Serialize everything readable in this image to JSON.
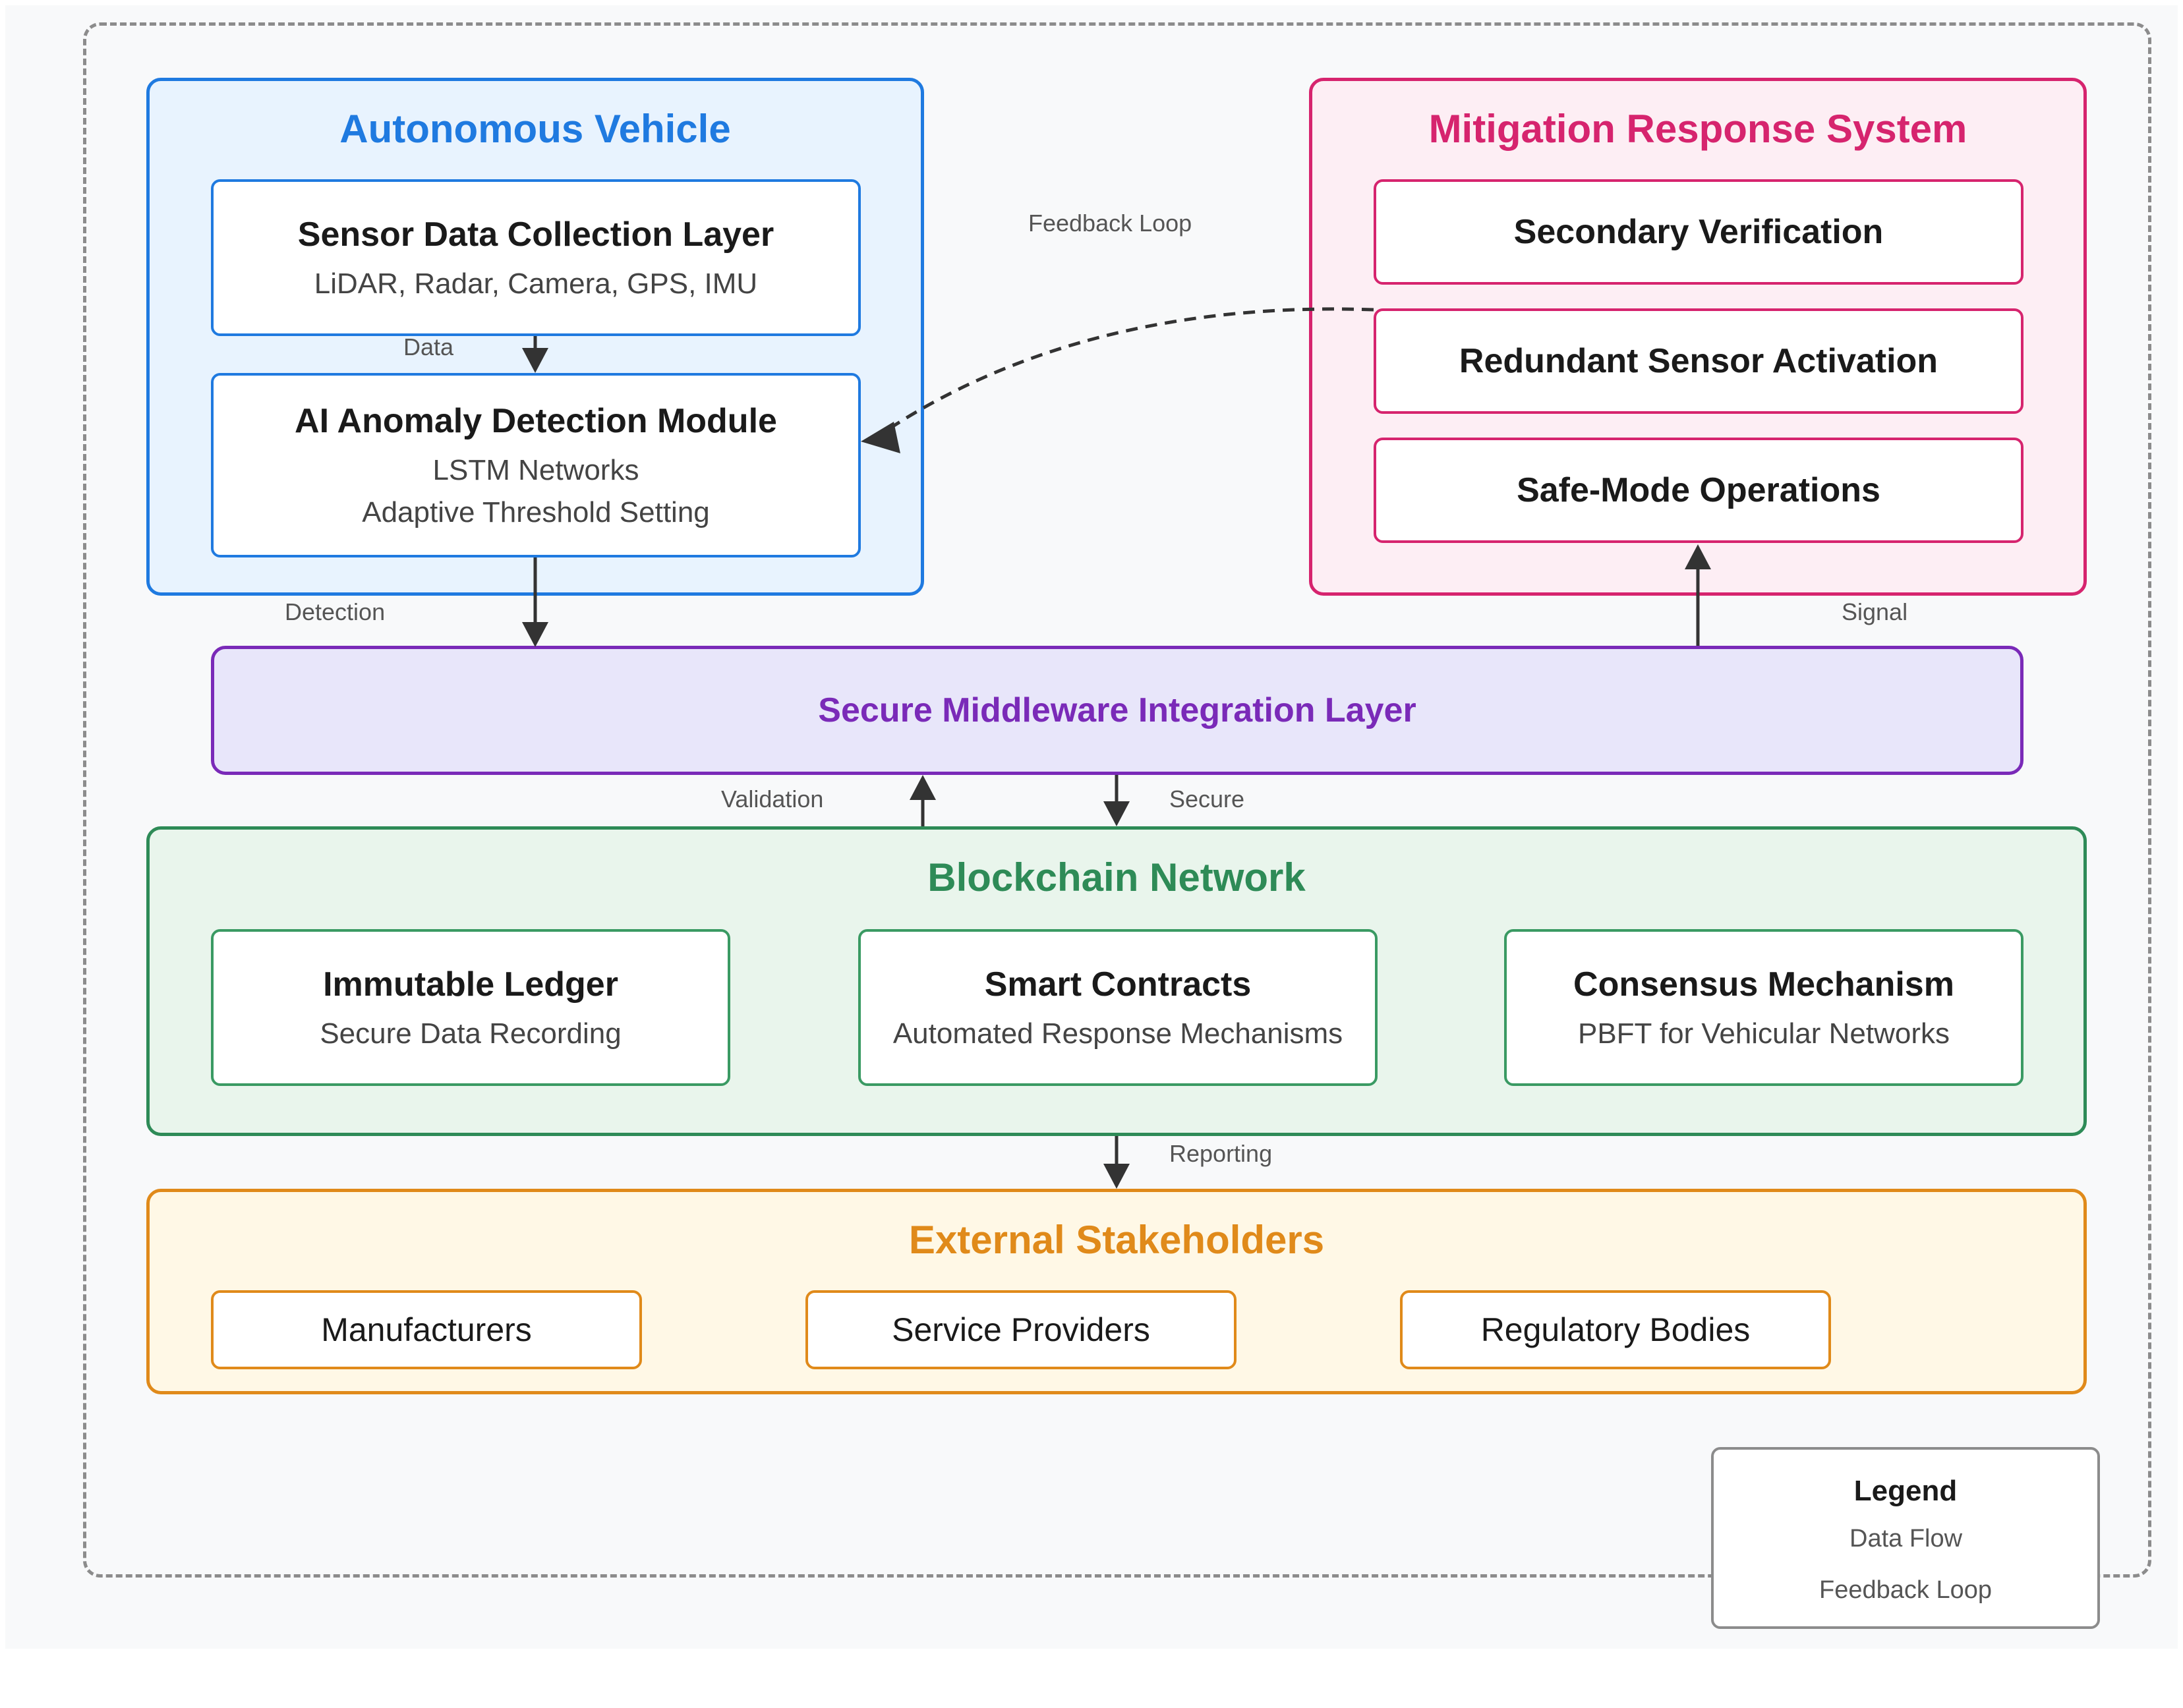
{
  "groups": {
    "autonomous_vehicle": {
      "title": "Autonomous Vehicle",
      "sensor_layer": {
        "title": "Sensor Data Collection Layer",
        "subtitle": "LiDAR, Radar, Camera, GPS, IMU"
      },
      "ai_module": {
        "title": "AI Anomaly Detection Module",
        "line1": "LSTM Networks",
        "line2": "Adaptive Threshold Setting"
      }
    },
    "mitigation": {
      "title": "Mitigation Response System",
      "items": [
        "Secondary Verification",
        "Redundant Sensor Activation",
        "Safe-Mode Operations"
      ]
    },
    "middleware": {
      "title": "Secure Middleware Integration Layer"
    },
    "blockchain": {
      "title": "Blockchain Network",
      "items": [
        {
          "title": "Immutable Ledger",
          "subtitle": "Secure Data Recording"
        },
        {
          "title": "Smart Contracts",
          "subtitle": "Automated Response Mechanisms"
        },
        {
          "title": "Consensus Mechanism",
          "subtitle": "PBFT for Vehicular Networks"
        }
      ]
    },
    "external": {
      "title": "External Stakeholders",
      "items": [
        "Manufacturers",
        "Service Providers",
        "Regulatory Bodies"
      ]
    }
  },
  "edge_labels": {
    "feedback_loop": "Feedback Loop",
    "data": "Data",
    "detection": "Detection",
    "signal": "Signal",
    "validation": "Validation",
    "secure": "Secure",
    "reporting": "Reporting"
  },
  "legend": {
    "title": "Legend",
    "data_flow": "Data Flow",
    "feedback_loop": "Feedback Loop"
  },
  "colors": {
    "autonomous_vehicle": "#1f7ae0",
    "mitigation": "#d6246e",
    "middleware": "#7a2ab8",
    "blockchain": "#2e8b57",
    "external": "#e08a1a",
    "arrow": "#333333"
  }
}
